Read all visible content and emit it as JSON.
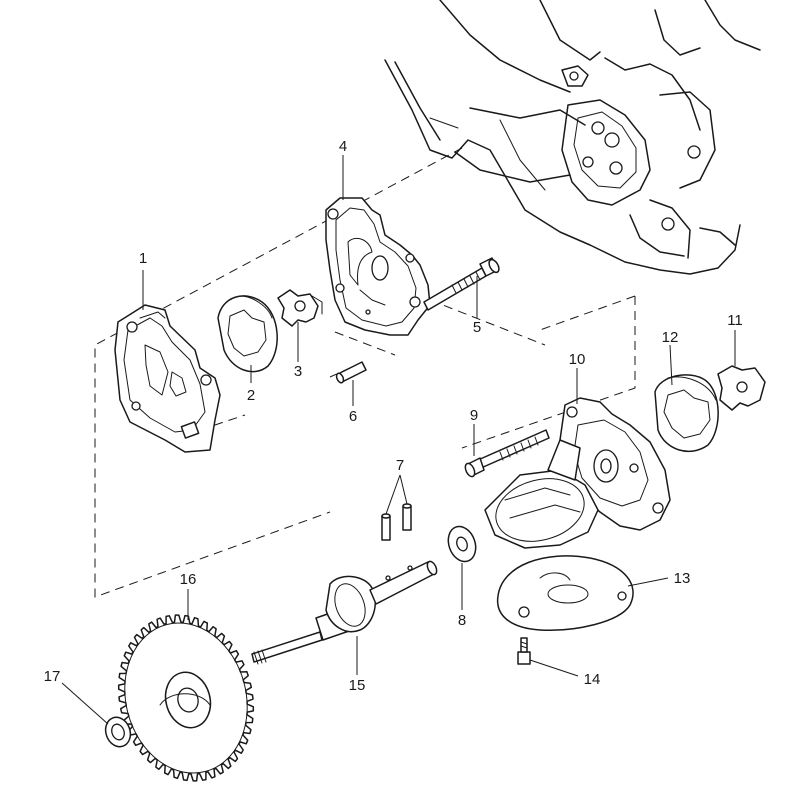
{
  "callouts": [
    {
      "id": "1",
      "text": "1"
    },
    {
      "id": "2",
      "text": "2"
    },
    {
      "id": "3",
      "text": "3"
    },
    {
      "id": "4",
      "text": "4"
    },
    {
      "id": "5",
      "text": "5"
    },
    {
      "id": "6",
      "text": "6"
    },
    {
      "id": "7",
      "text": "7"
    },
    {
      "id": "8",
      "text": "8"
    },
    {
      "id": "9",
      "text": "9"
    },
    {
      "id": "10",
      "text": "10"
    },
    {
      "id": "11",
      "text": "11"
    },
    {
      "id": "12",
      "text": "12"
    },
    {
      "id": "13",
      "text": "13"
    },
    {
      "id": "14",
      "text": "14"
    },
    {
      "id": "15",
      "text": "15"
    },
    {
      "id": "16",
      "text": "16"
    },
    {
      "id": "17",
      "text": "17"
    }
  ],
  "line_color": "#1a1a1a",
  "background": "#ffffff"
}
